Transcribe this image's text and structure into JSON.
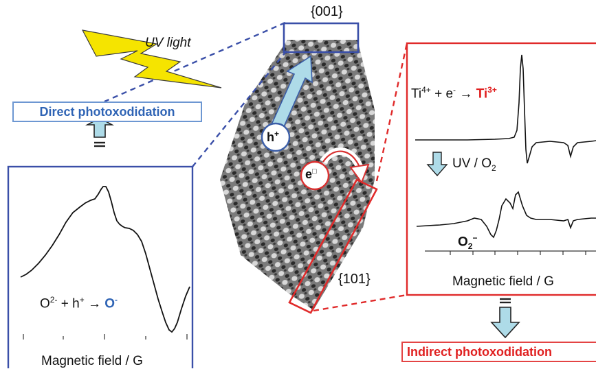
{
  "facets": {
    "top": "{001}",
    "bottom": "{101}"
  },
  "uv_light": "UV light",
  "direct_box": "Direct photoxodidation",
  "indirect_box": "Indirect photoxodidation",
  "carriers": {
    "hole": "h",
    "hole_sup": "+",
    "electron": "e",
    "electron_sup": "□"
  },
  "left_panel": {
    "eq_reactant": "O",
    "eq_reactant_sup": "2-",
    "eq_plus": " + h",
    "eq_plus_sup": "+",
    "eq_arrow": " → ",
    "eq_product": "O",
    "eq_product_sup": "-",
    "xlabel": "Magnetic field / G"
  },
  "right_panel": {
    "eq_reactant": "Ti",
    "eq_reactant_sup": "4+",
    "eq_plus": " + e",
    "eq_plus_sup": "-",
    "eq_arrow": " → ",
    "eq_product": "Ti",
    "eq_product_sup": "3+",
    "condition": "UV / O",
    "condition_sub": "2",
    "species": "O",
    "species_sub": "2",
    "species_sup": "−",
    "xlabel": "Magnetic field / G"
  },
  "colors": {
    "blue_frame": "#3a4fa8",
    "red_frame": "#e02a2a",
    "light_blue": "#aedbe8",
    "yellow": "#f5e400"
  }
}
